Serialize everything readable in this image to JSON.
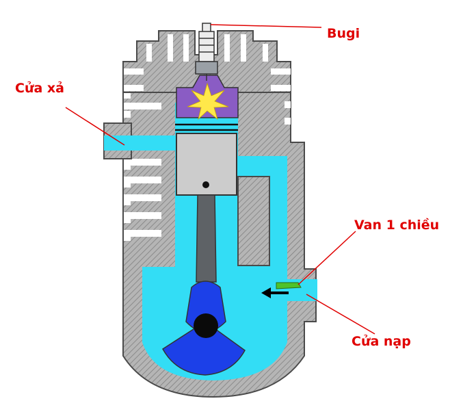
{
  "diagram": {
    "labels": {
      "spark_plug": "Bugi",
      "exhaust_port": "Cửa xả",
      "check_valve": "Van 1 chiều",
      "intake_port": "Cửa nạp"
    },
    "colors": {
      "label_text": "#e00000",
      "leader_line": "#e00000",
      "body_fill": "#b5b5b5",
      "body_hatch": "#808080",
      "body_outline": "#4a4a4a",
      "cavity": "#33ddf5",
      "crank_weight": "#1c40e8",
      "crank_pin": "#0a0a0a",
      "conrod": "#5e6266",
      "piston": "#cccccc",
      "piston_ring": "#111111",
      "combustion_chamber": "#8a5cc4",
      "spark": "#ffe84a",
      "spark_plug": "#ececec",
      "valve": "#4fc22a",
      "flow_arrow": "#000000"
    }
  }
}
